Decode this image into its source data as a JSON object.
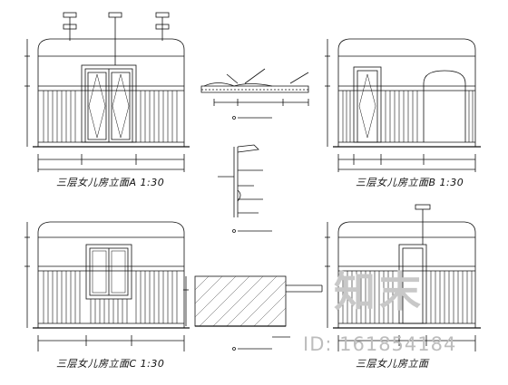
{
  "captions": {
    "elev_a": "三层女儿房立面A   1:30",
    "elev_b": "三层女儿房立面B   1:30",
    "elev_c": "三层女儿房立面C   1:30",
    "elev_d": "三层女儿房立面"
  },
  "watermark": {
    "logo": "知末",
    "id": "ID: 161854184"
  },
  "colors": {
    "line": "#111111",
    "hatch": "#555555",
    "watermark": "#c0c0c0"
  }
}
